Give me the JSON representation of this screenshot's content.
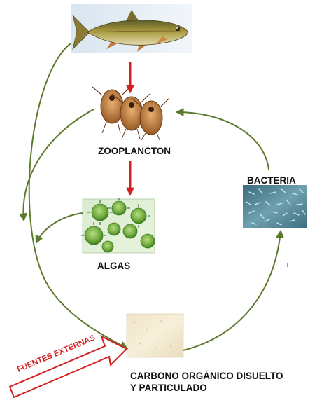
{
  "labels": {
    "zooplancton": "ZOOPLANCTON",
    "algas": "ALGAS",
    "bacteria": "BACTERIA",
    "carbono_line1": "CARBONO ORGÁNICO DISUELTO",
    "carbono_line2": "Y PARTICULADO",
    "fuentes": "FUENTES EXTERNAS"
  },
  "nodes": [
    {
      "id": "fish",
      "icon": "fish-image"
    },
    {
      "id": "zooplancton",
      "icon": "zooplankton-image"
    },
    {
      "id": "algas",
      "icon": "algae-image"
    },
    {
      "id": "bacteria",
      "icon": "bacteria-image"
    },
    {
      "id": "carbono",
      "icon": "organic-carbon-image"
    }
  ],
  "colors": {
    "predation_arrow": "#d42020",
    "cycle_arrow": "#5c7a2e",
    "external_arrow": "#d42020",
    "text": "#111111"
  }
}
